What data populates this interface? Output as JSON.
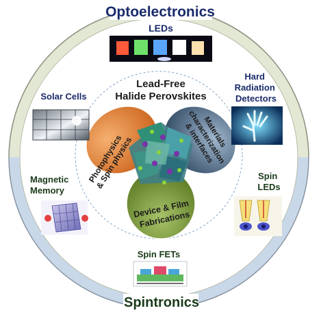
{
  "ring": {
    "top_label": "Optoelectronics",
    "bottom_label": "Spintronics",
    "top_color": "#e3e8d5",
    "bottom_color": "#c9d8e9",
    "title_color": "#1a2a6b"
  },
  "center": {
    "title_line1": "Lead-Free",
    "title_line2": "Halide Perovskites"
  },
  "petals": [
    {
      "id": "photophysics",
      "line1": "Photophysics",
      "line2": "& Spin physics",
      "color": "#d8772c"
    },
    {
      "id": "materials",
      "line1": "Materials",
      "line2": "characterization",
      "line3": "& interfaces",
      "color": "#3e5670"
    },
    {
      "id": "device",
      "line1": "Device & Film",
      "line2": "Fabrications",
      "color": "#6f8f2f"
    }
  ],
  "applications": [
    {
      "id": "leds",
      "label": "LEDs",
      "icon": "led-array-icon"
    },
    {
      "id": "solar-cells",
      "label": "Solar Cells",
      "icon": "solar-panel-icon"
    },
    {
      "id": "hard-radiation",
      "line1": "Hard",
      "line2": "Radiation",
      "line3": "Detectors",
      "icon": "xray-hand-icon"
    },
    {
      "id": "magnetic-memory",
      "line1": "Magnetic",
      "line2": "Memory",
      "icon": "memory-chip-icon"
    },
    {
      "id": "spin-leds",
      "line1": "Spin",
      "line2": "LEDs",
      "icon": "spin-led-bulbs-icon"
    },
    {
      "id": "spin-fets",
      "label": "Spin FETs",
      "icon": "fet-device-icon"
    }
  ],
  "colors": {
    "app_label": "#1a2a6b",
    "app_label_alt": "#1a3a1a",
    "inner_dash": "#7fa3c8"
  }
}
